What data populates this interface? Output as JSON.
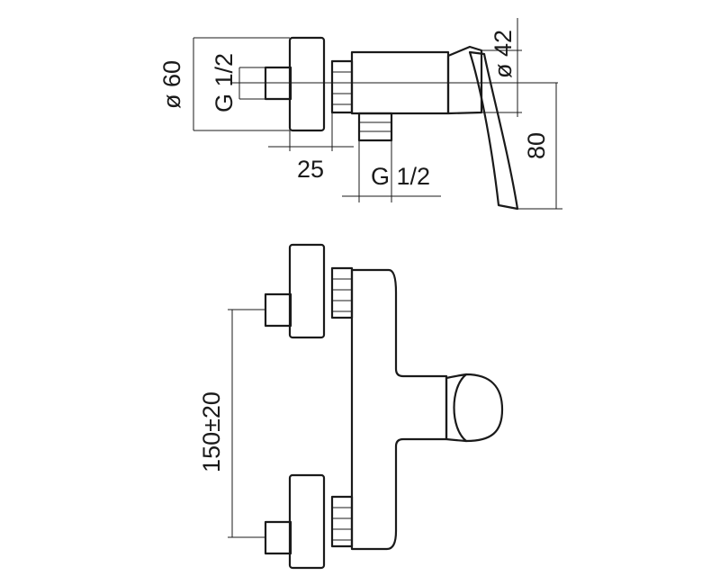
{
  "side_view": {
    "inlet_dia": "ø 60",
    "inlet_thread": "G 1/2",
    "body_offset": "25",
    "outlet_thread": "G 1/2",
    "lever_dia": "ø 42",
    "height": "80"
  },
  "front_view": {
    "centre_distance": "150±20"
  }
}
